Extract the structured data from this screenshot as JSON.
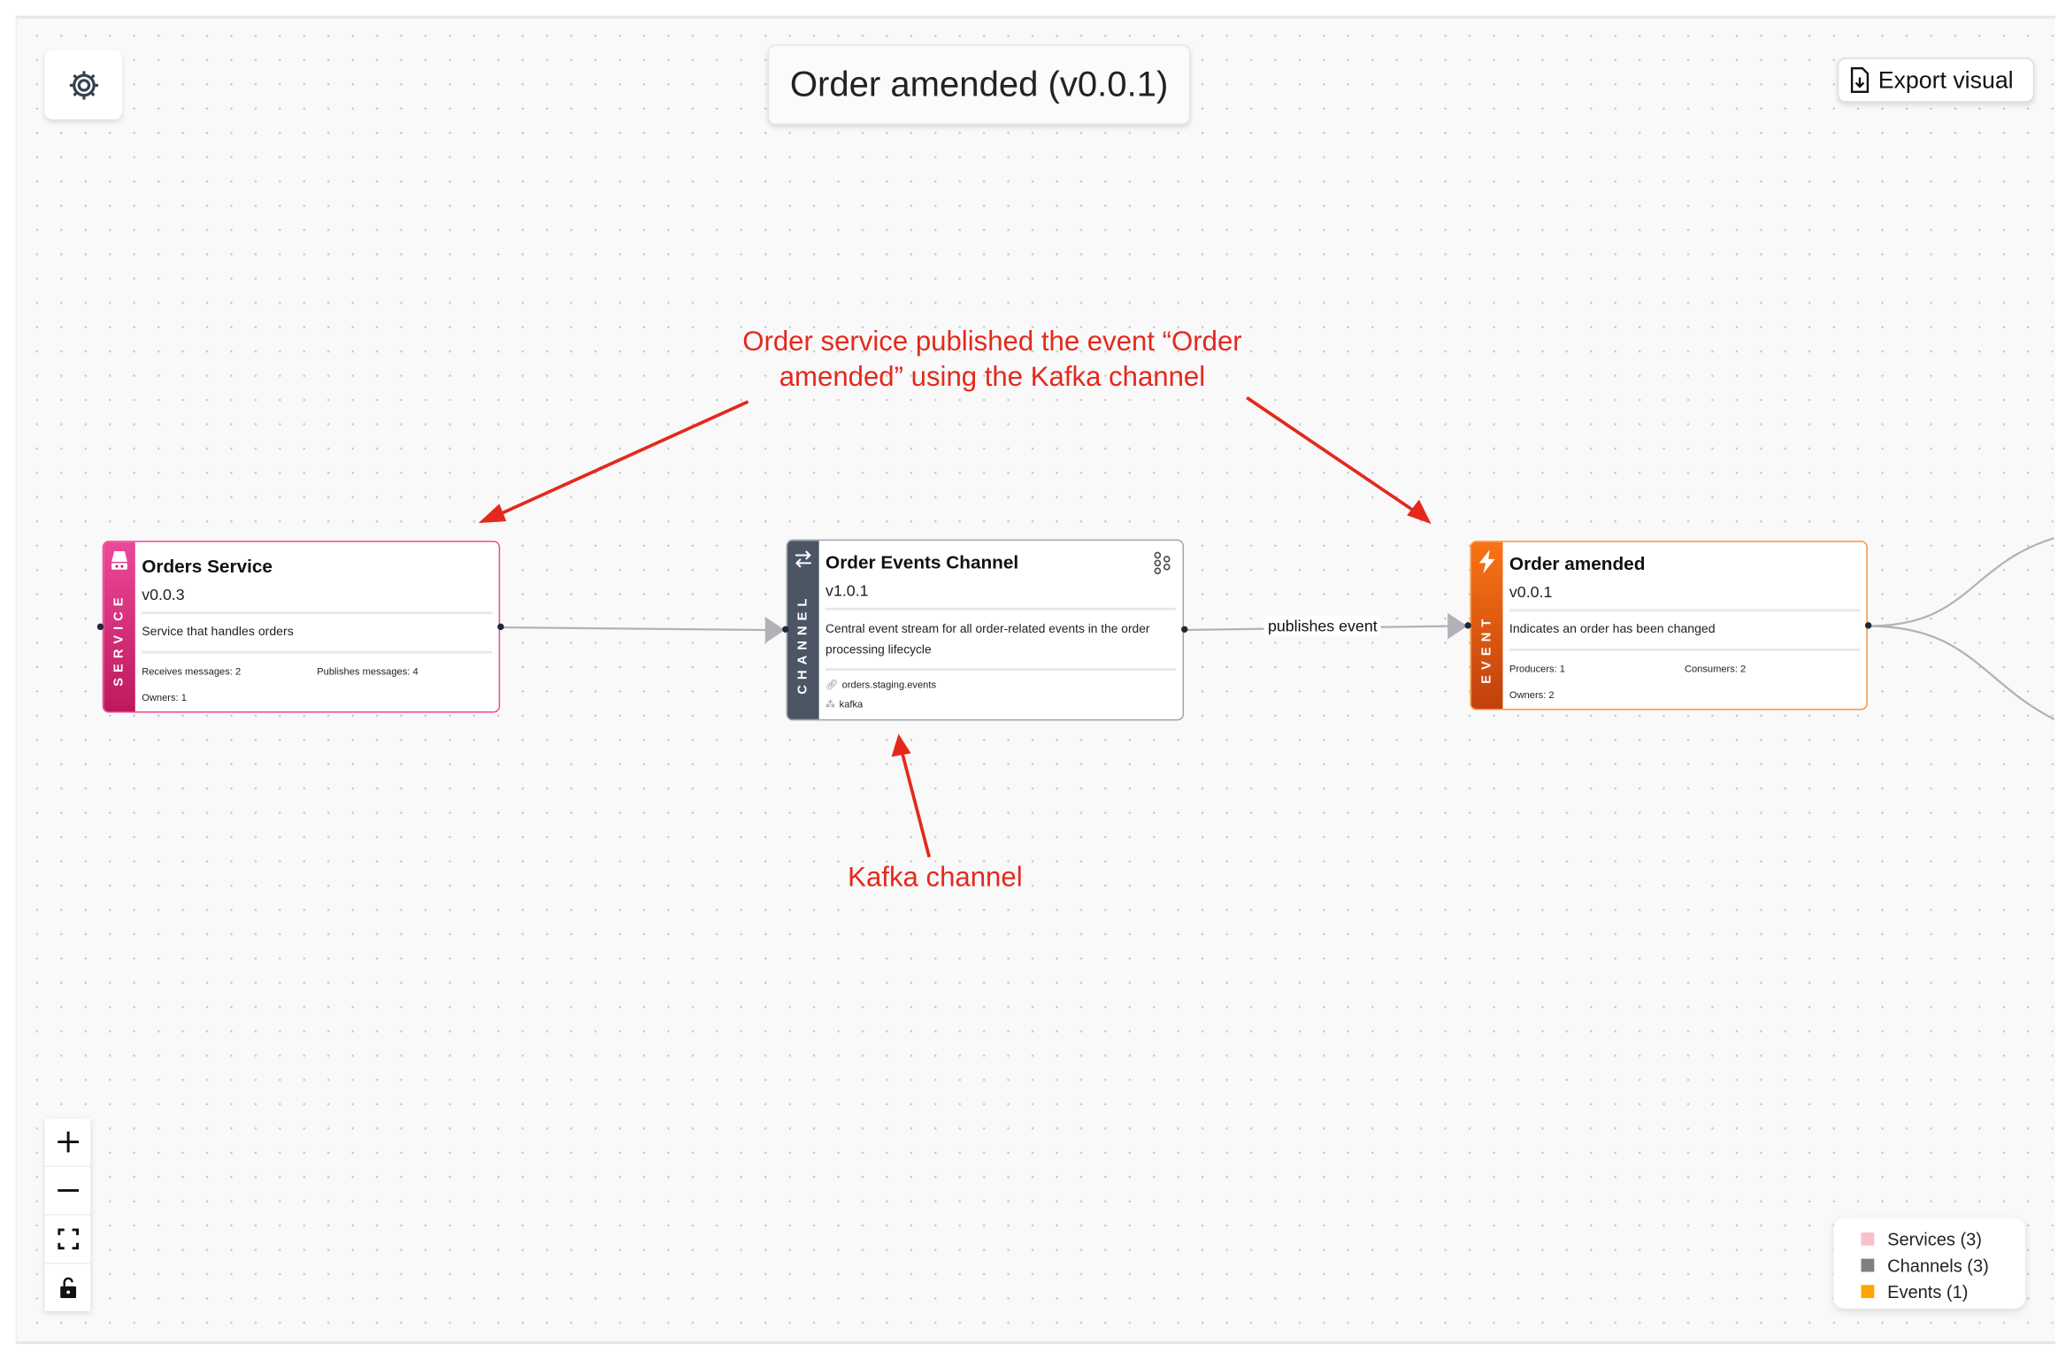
{
  "header": {
    "title": "Order amended (v0.0.1)",
    "export_label": "Export visual"
  },
  "annotations": {
    "top_line1": "Order service published the event “Order",
    "top_line2": "amended” using the Kafka channel",
    "bottom": "Kafka channel",
    "color": "#e4291c"
  },
  "nodes": {
    "service": {
      "type_label": "SERVICE",
      "title": "Orders Service",
      "version": "v0.0.3",
      "description": "Service that handles orders",
      "receives": "Receives messages: 2",
      "publishes": "Publishes messages: 4",
      "owners": "Owners: 1",
      "color": "#e0338a"
    },
    "channel": {
      "type_label": "CHANNEL",
      "title": "Order Events Channel",
      "version": "v1.0.1",
      "description": "Central event stream for all order-related events in the order processing lifecycle",
      "address": "orders.staging.events",
      "protocol": "kafka",
      "color": "#4b5563"
    },
    "event": {
      "type_label": "EVENT",
      "title": "Order amended",
      "version": "v0.0.1",
      "description": "Indicates an order has been changed",
      "producers": "Producers: 1",
      "consumers": "Consumers: 2",
      "owners": "Owners: 2",
      "color": "#ea6a10"
    }
  },
  "edges": {
    "channel_to_event_label": "publishes event"
  },
  "legend": [
    {
      "label": "Services (3)",
      "color": "#f9c0cb"
    },
    {
      "label": "Channels (3)",
      "color": "#808080"
    },
    {
      "label": "Events (1)",
      "color": "#ffa500"
    }
  ],
  "controls": {
    "icons": [
      "plus-icon",
      "minus-icon",
      "fit-view-icon",
      "lock-icon"
    ]
  }
}
